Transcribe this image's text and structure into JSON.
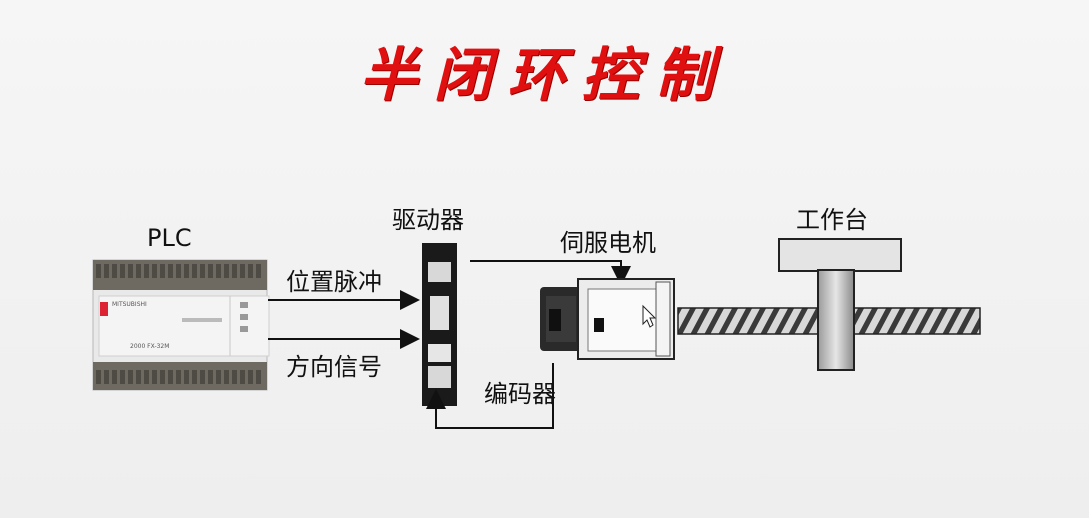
{
  "title": "半闭环控制",
  "labels": {
    "plc": "PLC",
    "driver": "驱动器",
    "servo_motor": "伺服电机",
    "worktable": "工作台",
    "position_pulse": "位置脉冲",
    "direction_signal": "方向信号",
    "encoder": "编码器"
  },
  "plc_panel_text": {
    "brand": "MITSUBISHI",
    "model": "2000 FX-32M"
  },
  "colors": {
    "title": "#e01010",
    "plc_body": "#e9e9e9",
    "plc_terminals": "#6e6a62",
    "driver": "#1a1a1a",
    "motor": "#f0f0f0",
    "screw": "#4a4a4a"
  }
}
